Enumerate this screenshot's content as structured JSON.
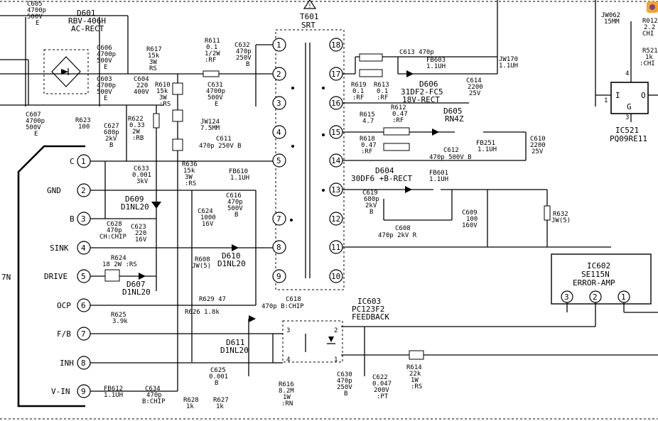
{
  "title": "SRT",
  "transformer": {
    "ref": "T601",
    "label": "SRT",
    "left_pins": [
      "1",
      "2",
      "3",
      "4",
      "5",
      "7",
      "8",
      "9"
    ],
    "right_pins": [
      "18",
      "17",
      "16",
      "15",
      "14",
      "13",
      "12",
      "11",
      "10"
    ]
  },
  "connector": {
    "side_label": "7N",
    "pins": [
      {
        "num": "1",
        "name": "C"
      },
      {
        "num": "2",
        "name": "GND"
      },
      {
        "num": "3",
        "name": "B"
      },
      {
        "num": "4",
        "name": "SINK"
      },
      {
        "num": "5",
        "name": "DRIVE"
      },
      {
        "num": "6",
        "name": "OCP"
      },
      {
        "num": "7",
        "name": "F/B"
      },
      {
        "num": "8",
        "name": "INH"
      },
      {
        "num": "9",
        "name": "V-IN"
      }
    ]
  },
  "ic602": {
    "ref": "IC602",
    "part": "SE115N",
    "desc": "ERROR-AMP",
    "pins": [
      "3",
      "2",
      "1"
    ]
  },
  "ic603": {
    "ref": "IC603",
    "part": "PC123F2",
    "desc": "FEEDBACK",
    "pins": [
      "3",
      "4",
      "2",
      "1"
    ]
  },
  "ic521": {
    "ref": "IC521",
    "part": "PQ09RE11",
    "pin_i": "I",
    "pin_o": "O",
    "pin_g": "G",
    "pins": [
      "1",
      "4",
      "3"
    ]
  },
  "labels": [
    {
      "id": "d601",
      "lines": [
        "D601",
        "RBV-406H",
        "AC-RECT"
      ]
    },
    {
      "id": "c605",
      "lines": [
        "C605",
        "4700p",
        "500V",
        "E"
      ]
    },
    {
      "id": "c606",
      "lines": [
        "C606",
        "4700p",
        "500V",
        "E"
      ]
    },
    {
      "id": "c603",
      "lines": [
        "C603",
        "4700p",
        "500V",
        "E"
      ]
    },
    {
      "id": "c607",
      "lines": [
        "C607",
        "4700p",
        "500V",
        "E"
      ]
    },
    {
      "id": "r617",
      "lines": [
        "R617",
        "15k",
        "3W",
        "RS"
      ]
    },
    {
      "id": "c604",
      "lines": [
        "C604",
        "220",
        "400V"
      ]
    },
    {
      "id": "r610",
      "lines": [
        "R610",
        "15k",
        "3W",
        ":RS"
      ]
    },
    {
      "id": "r611",
      "lines": [
        "R611",
        "0.1",
        "1/2W",
        ":RF"
      ]
    },
    {
      "id": "c632",
      "lines": [
        "C632",
        "470p",
        "250V",
        "B"
      ]
    },
    {
      "id": "c631",
      "lines": [
        "C631",
        "4700p",
        "500V",
        "E"
      ]
    },
    {
      "id": "jw124",
      "lines": [
        "JW124",
        "7.5MM"
      ]
    },
    {
      "id": "c611",
      "lines": [
        "C611",
        "470p 250V B"
      ]
    },
    {
      "id": "r623",
      "lines": [
        "R623",
        "100"
      ]
    },
    {
      "id": "c627",
      "lines": [
        "C627",
        "680p",
        "2kV",
        "B"
      ]
    },
    {
      "id": "r622",
      "lines": [
        "R622",
        "0.33",
        "2W",
        ":RB"
      ]
    },
    {
      "id": "c633",
      "lines": [
        "C633",
        "0.001",
        "3kV"
      ]
    },
    {
      "id": "r636",
      "lines": [
        "R636",
        "15k",
        "3W",
        ":RS"
      ]
    },
    {
      "id": "fb610",
      "lines": [
        "FB610",
        "1.1UH"
      ]
    },
    {
      "id": "d609",
      "lines": [
        "D609",
        "D1NL20"
      ]
    },
    {
      "id": "c628",
      "lines": [
        "C628",
        "470p",
        "CH:CHIP"
      ]
    },
    {
      "id": "c623",
      "lines": [
        "C623",
        "220",
        "16V"
      ]
    },
    {
      "id": "c624",
      "lines": [
        "C624",
        "1000",
        "16V"
      ]
    },
    {
      "id": "c616",
      "lines": [
        "C616",
        "470p",
        "500V",
        "B"
      ]
    },
    {
      "id": "r608",
      "lines": [
        "R608",
        "JW(5)"
      ]
    },
    {
      "id": "d610",
      "lines": [
        "D610",
        "D1NL20"
      ]
    },
    {
      "id": "r624",
      "lines": [
        "R624",
        "18 2W :RS"
      ]
    },
    {
      "id": "d607",
      "lines": [
        "D607",
        "D1NL20"
      ]
    },
    {
      "id": "r629",
      "lines": [
        "R629 47"
      ]
    },
    {
      "id": "c618",
      "lines": [
        "C618",
        "470p B:CHIP"
      ]
    },
    {
      "id": "r625",
      "lines": [
        "R625",
        "3.9k"
      ]
    },
    {
      "id": "r626",
      "lines": [
        "R626 1.8k"
      ]
    },
    {
      "id": "d611",
      "lines": [
        "D611",
        "D1NL20"
      ]
    },
    {
      "id": "c625",
      "lines": [
        "C625",
        "0.001",
        "B"
      ]
    },
    {
      "id": "r627",
      "lines": [
        "R627",
        "1k"
      ]
    },
    {
      "id": "r628",
      "lines": [
        "R628",
        "1k"
      ]
    },
    {
      "id": "fb612",
      "lines": [
        "FB612",
        "1.1UH"
      ]
    },
    {
      "id": "c634",
      "lines": [
        "C634",
        "470p",
        "B:CHIP"
      ]
    },
    {
      "id": "r616",
      "lines": [
        "R616",
        "8.2M",
        "1W",
        ":RN"
      ]
    },
    {
      "id": "c630",
      "lines": [
        "C630",
        "470p",
        "250V",
        "B"
      ]
    },
    {
      "id": "c622",
      "lines": [
        "C622",
        "0.047",
        "200V",
        ":PT"
      ]
    },
    {
      "id": "r614",
      "lines": [
        "R614",
        "22k",
        "1W",
        ":RS"
      ]
    },
    {
      "id": "c613",
      "lines": [
        "C613 470p"
      ]
    },
    {
      "id": "fb603",
      "lines": [
        "FB603",
        "1.1UH"
      ]
    },
    {
      "id": "jw170",
      "lines": [
        "JW170",
        "1.1UH"
      ]
    },
    {
      "id": "r619",
      "lines": [
        "R619",
        "0.1",
        ":RF"
      ]
    },
    {
      "id": "r613",
      "lines": [
        "R613",
        "0.1",
        ":RF"
      ]
    },
    {
      "id": "d606",
      "lines": [
        "D606",
        "31DF2-FC5",
        "18V-RECT"
      ]
    },
    {
      "id": "c614",
      "lines": [
        "C614",
        "2200",
        "25V"
      ]
    },
    {
      "id": "r615",
      "lines": [
        "R615",
        "4.7"
      ]
    },
    {
      "id": "r612",
      "lines": [
        "R612",
        "0.47",
        ":RF"
      ]
    },
    {
      "id": "d605",
      "lines": [
        "D605",
        "RN4Z"
      ]
    },
    {
      "id": "r618",
      "lines": [
        "R618",
        "0.47",
        ":RF"
      ]
    },
    {
      "id": "c612",
      "lines": [
        "C612",
        "470p 500V B"
      ]
    },
    {
      "id": "fb251",
      "lines": [
        "FB251",
        "1.1UH"
      ]
    },
    {
      "id": "c610",
      "lines": [
        "C610",
        "2200",
        "25V"
      ]
    },
    {
      "id": "d604",
      "lines": [
        "D604",
        "30DF6 +B-RECT"
      ]
    },
    {
      "id": "fb601",
      "lines": [
        "FB601",
        "1.1UH"
      ]
    },
    {
      "id": "c619",
      "lines": [
        "C619",
        "680p",
        "2kV",
        "B"
      ]
    },
    {
      "id": "c608",
      "lines": [
        "C608",
        "470p 2kV R"
      ]
    },
    {
      "id": "c609",
      "lines": [
        "C609",
        "100",
        "160V"
      ]
    },
    {
      "id": "r632",
      "lines": [
        "R632",
        "JW(5)"
      ]
    },
    {
      "id": "jw062",
      "lines": [
        "JW062",
        "15MM"
      ]
    },
    {
      "id": "r012",
      "lines": [
        "R012",
        "2.2",
        "CHI"
      ]
    },
    {
      "id": "r521",
      "lines": [
        "R521",
        "1k",
        ":CHI"
      ]
    }
  ]
}
